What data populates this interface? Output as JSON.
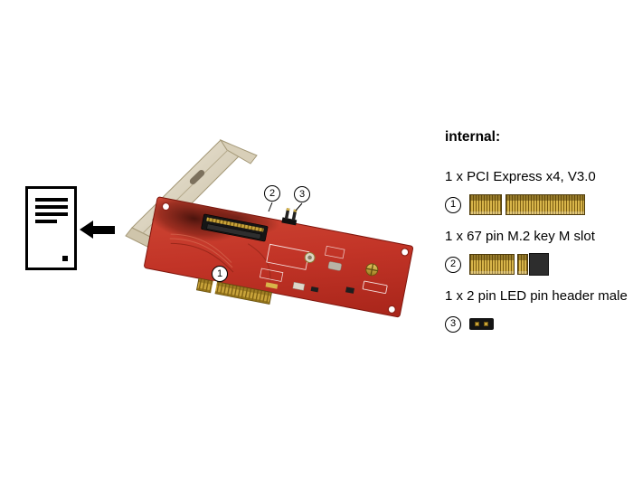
{
  "legend": {
    "title": "internal:",
    "items": [
      {
        "num": "1",
        "label": "1 x PCI Express x4, V3.0",
        "icon": "pcie-x4-edge-connector-icon"
      },
      {
        "num": "2",
        "label": "1 x 67 pin M.2 key M slot",
        "icon": "m2-key-m-67pin-slot-icon"
      },
      {
        "num": "3",
        "label": "1 x 2 pin LED pin header male",
        "icon": "2pin-led-header-icon"
      }
    ]
  },
  "callouts": [
    {
      "num": "1",
      "points_to": "pcie-x4-edge-connector"
    },
    {
      "num": "2",
      "points_to": "m2-key-m-slot"
    },
    {
      "num": "3",
      "points_to": "led-pin-header"
    }
  ],
  "colors": {
    "pcb_red": "#c23427",
    "pcb_shadow": "#40100a",
    "gold": "#d8b54a",
    "bracket_beige": "#e2dac7",
    "ink": "#000000"
  }
}
